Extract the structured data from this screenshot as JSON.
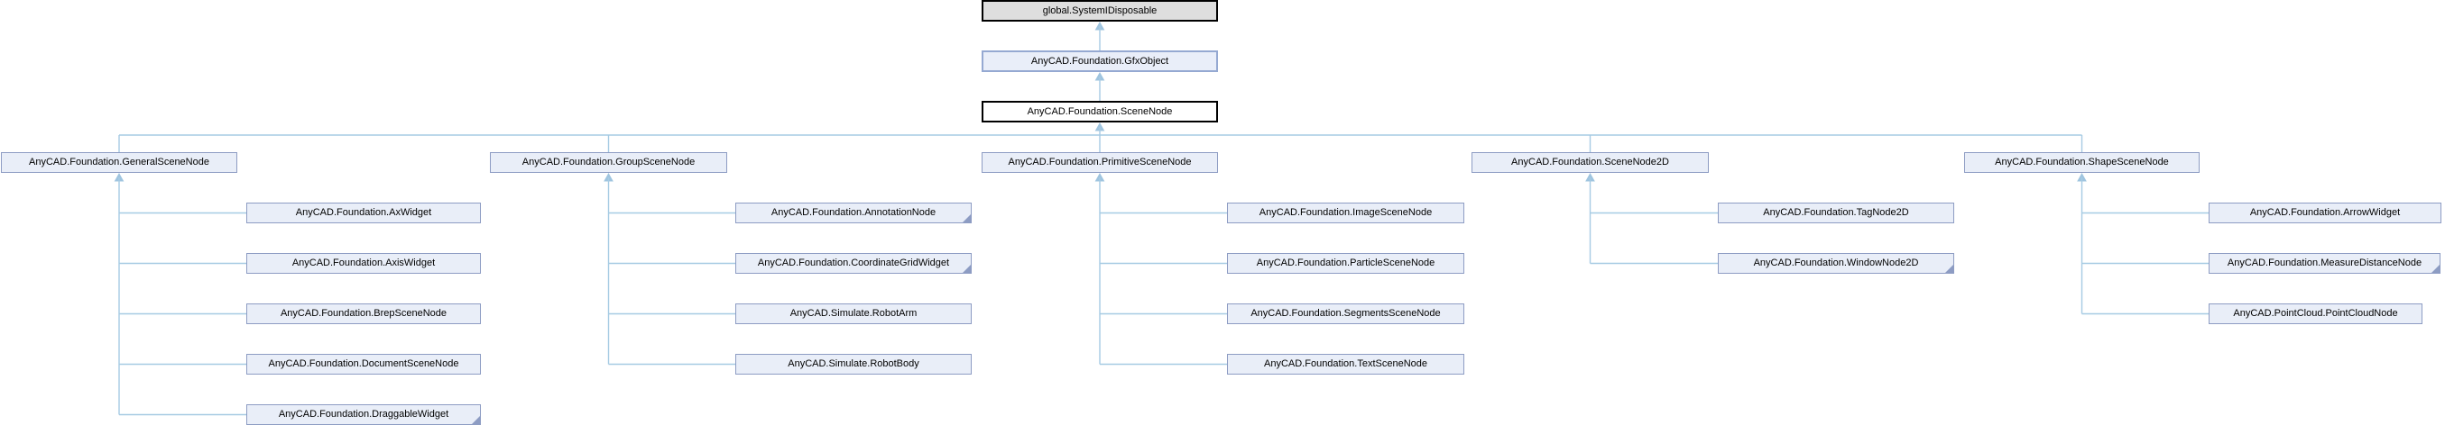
{
  "diagram": {
    "type": "class-inheritance-graph",
    "colors": {
      "background": "#ffffff",
      "edge": "#a6cbe3",
      "node_fill": "#e9eef8",
      "node_border": "#8d9cc3",
      "root_fill": "#dedede",
      "root_border": "#000000",
      "highlight_fill": "#e9eef9",
      "highlight_border": "#95a9d2",
      "current_fill": "#ffffff",
      "current_border": "#000000",
      "text": "#000000"
    },
    "ancestors": [
      {
        "id": "system-idisposable",
        "label": "global.SystemIDisposable",
        "style": "root"
      },
      {
        "id": "gfx-object",
        "label": "AnyCAD.Foundation.GfxObject",
        "style": "highlight"
      },
      {
        "id": "scene-node",
        "label": "AnyCAD.Foundation.SceneNode",
        "style": "current"
      }
    ],
    "subtrees": [
      {
        "parent": {
          "id": "general-scene-node",
          "label": "AnyCAD.Foundation.GeneralSceneNode"
        },
        "children": [
          {
            "id": "ax-widget",
            "label": "AnyCAD.Foundation.AxWidget",
            "truncated": false
          },
          {
            "id": "axis-widget",
            "label": "AnyCAD.Foundation.AxisWidget",
            "truncated": false
          },
          {
            "id": "brep-scene-node",
            "label": "AnyCAD.Foundation.BrepSceneNode",
            "truncated": false
          },
          {
            "id": "document-scene-node",
            "label": "AnyCAD.Foundation.DocumentSceneNode",
            "truncated": false
          },
          {
            "id": "draggable-widget",
            "label": "AnyCAD.Foundation.DraggableWidget",
            "truncated": true
          }
        ]
      },
      {
        "parent": {
          "id": "group-scene-node",
          "label": "AnyCAD.Foundation.GroupSceneNode"
        },
        "children": [
          {
            "id": "annotation-node",
            "label": "AnyCAD.Foundation.AnnotationNode",
            "truncated": true
          },
          {
            "id": "coordinate-grid-widget",
            "label": "AnyCAD.Foundation.CoordinateGridWidget",
            "truncated": true
          },
          {
            "id": "robot-arm",
            "label": "AnyCAD.Simulate.RobotArm",
            "truncated": false
          },
          {
            "id": "robot-body",
            "label": "AnyCAD.Simulate.RobotBody",
            "truncated": false
          }
        ]
      },
      {
        "parent": {
          "id": "primitive-scene-node",
          "label": "AnyCAD.Foundation.PrimitiveSceneNode"
        },
        "children": [
          {
            "id": "image-scene-node",
            "label": "AnyCAD.Foundation.ImageSceneNode",
            "truncated": false
          },
          {
            "id": "particle-scene-node",
            "label": "AnyCAD.Foundation.ParticleSceneNode",
            "truncated": false
          },
          {
            "id": "segments-scene-node",
            "label": "AnyCAD.Foundation.SegmentsSceneNode",
            "truncated": false
          },
          {
            "id": "text-scene-node",
            "label": "AnyCAD.Foundation.TextSceneNode",
            "truncated": false
          }
        ]
      },
      {
        "parent": {
          "id": "scene-node-2d",
          "label": "AnyCAD.Foundation.SceneNode2D"
        },
        "children": [
          {
            "id": "tag-node-2d",
            "label": "AnyCAD.Foundation.TagNode2D",
            "truncated": false
          },
          {
            "id": "window-node-2d",
            "label": "AnyCAD.Foundation.WindowNode2D",
            "truncated": true
          }
        ]
      },
      {
        "parent": {
          "id": "shape-scene-node",
          "label": "AnyCAD.Foundation.ShapeSceneNode"
        },
        "children": [
          {
            "id": "arrow-widget",
            "label": "AnyCAD.Foundation.ArrowWidget",
            "truncated": false
          },
          {
            "id": "measure-distance-node",
            "label": "AnyCAD.Foundation.MeasureDistanceNode",
            "truncated": true
          },
          {
            "id": "point-cloud-node",
            "label": "AnyCAD.PointCloud.PointCloudNode",
            "truncated": false
          }
        ]
      }
    ]
  }
}
